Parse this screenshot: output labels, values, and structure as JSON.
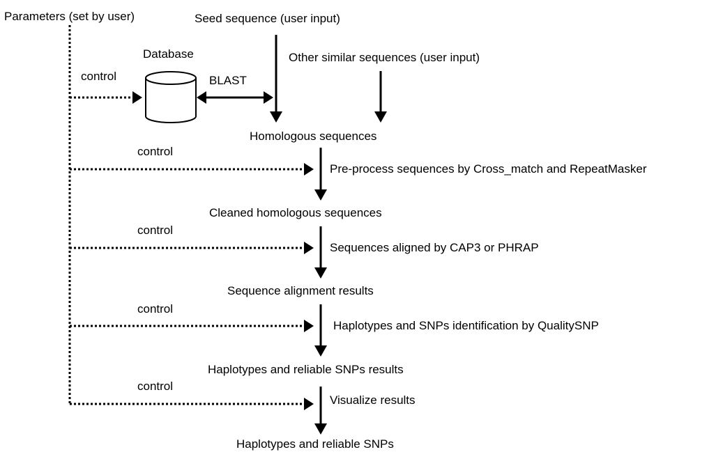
{
  "params_label": "Parameters (set by user)",
  "seed_label": "Seed sequence (user input)",
  "database_label": "Database",
  "other_seq_label": "Other similar sequences (user input)",
  "blast_label": "BLAST",
  "control_label": "control",
  "homologous_label": "Homologous sequences",
  "step_preprocess": "Pre-process sequences by Cross_match and RepeatMasker",
  "cleaned_label": "Cleaned homologous sequences",
  "step_align": "Sequences aligned by CAP3 or PHRAP",
  "alignment_results_label": "Sequence alignment results",
  "step_haplotypes": "Haplotypes and SNPs identification by QualitySNP",
  "haplotypes_results_label": "Haplotypes and reliable SNPs results",
  "step_visualize": "Visualize results",
  "final_label": "Haplotypes and reliable SNPs"
}
